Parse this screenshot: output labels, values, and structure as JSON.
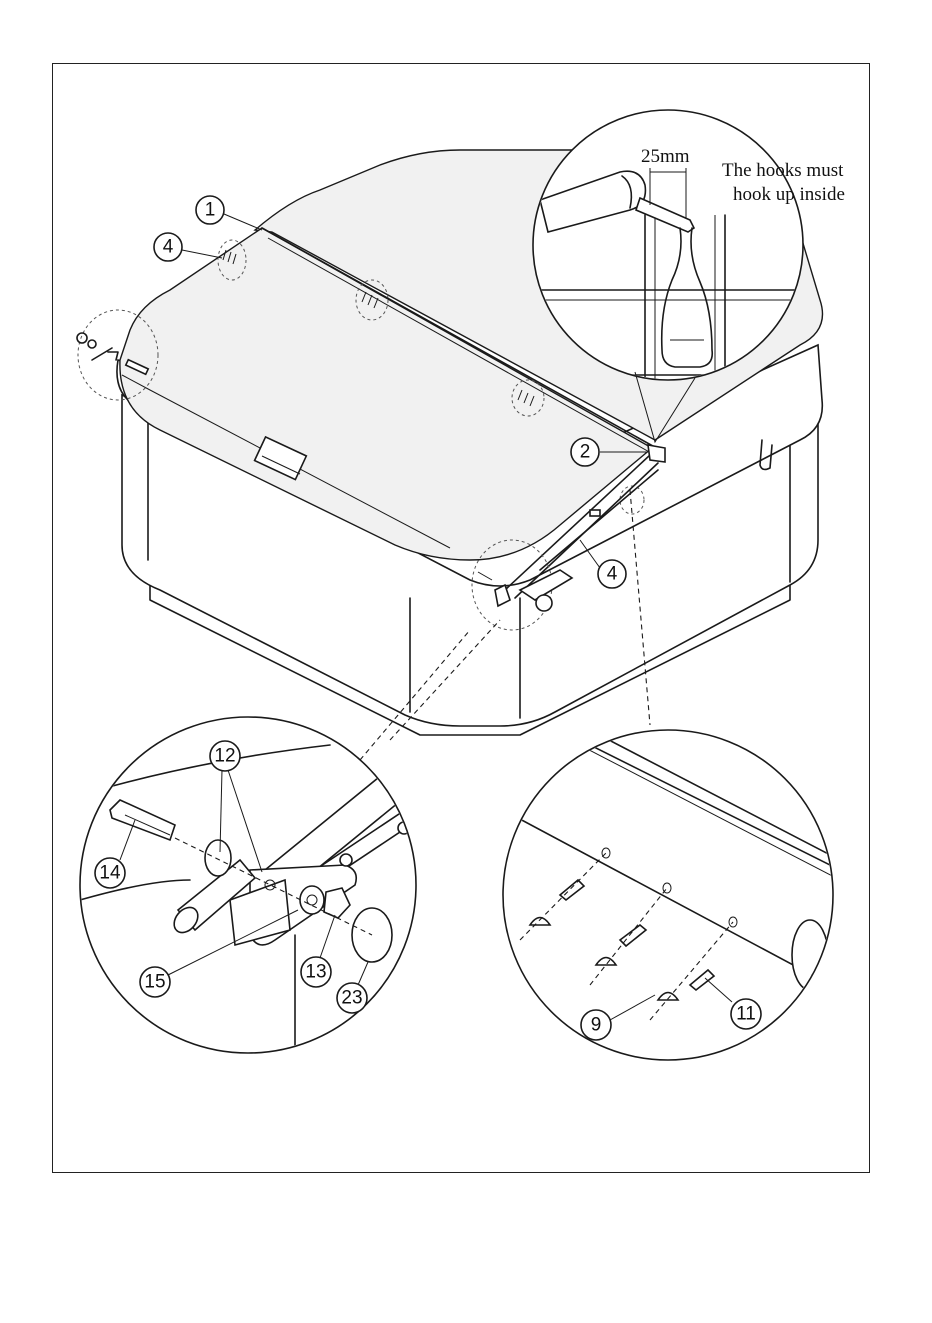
{
  "callouts": {
    "c1": "1",
    "c2": "2",
    "c4a": "4",
    "c4b": "4",
    "c9": "9",
    "c11": "11",
    "c12": "12",
    "c13": "13",
    "c14": "14",
    "c15": "15",
    "c23": "23"
  },
  "detail_top": {
    "dimension": "25mm",
    "note_line1": "The hooks must",
    "note_line2": "hook up inside"
  },
  "colors": {
    "line": "#1a1a1a",
    "background": "#ffffff"
  }
}
